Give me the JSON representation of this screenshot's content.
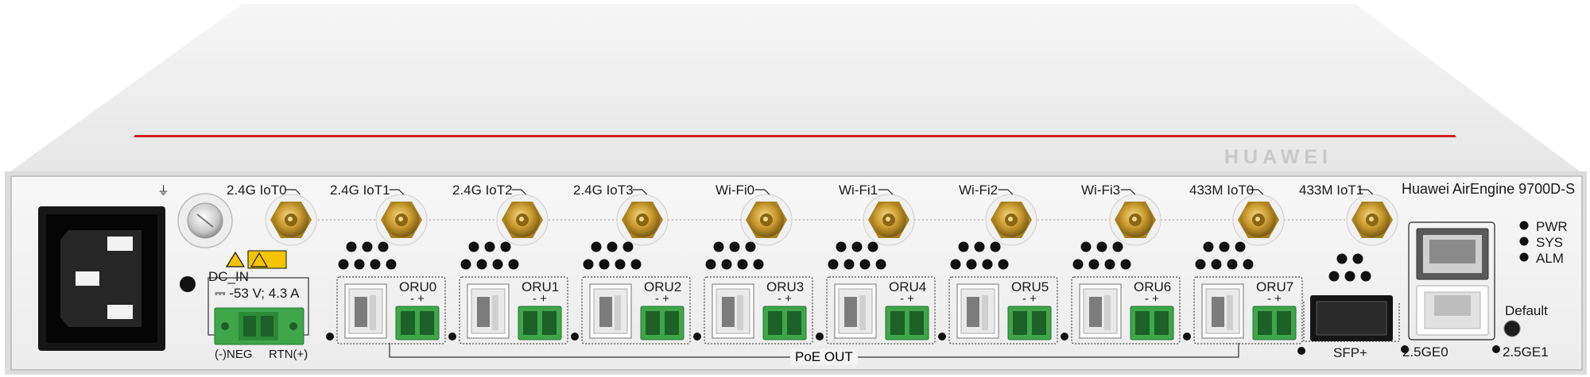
{
  "device": {
    "brand": "HUAWEI",
    "model": "Huawei AirEngine 9700D-S",
    "colors": {
      "chassis": "#efefef",
      "front_panel": "#f4f4f4",
      "accent_stripe": "#d4202a",
      "connector_green": "#3fa64a",
      "antenna_gold": "#c9a236"
    }
  },
  "power": {
    "ground_symbol": "⏚",
    "warning_icons": "warning-icon",
    "dc_title": "DC_IN",
    "dc_rating": "⎓ -53 V; 4.3 A",
    "neg_label": "(-)NEG",
    "rtn_label": "RTN(+)"
  },
  "antennas": [
    "2.4G IoT0",
    "2.4G IoT1",
    "2.4G IoT2",
    "2.4G IoT3",
    "Wi-Fi0",
    "Wi-Fi1",
    "Wi-Fi2",
    "Wi-Fi3",
    "433M IoT0",
    "433M IoT1"
  ],
  "oru_ports": [
    {
      "name": "ORU0",
      "polarity": "-  +"
    },
    {
      "name": "ORU1",
      "polarity": "-  +"
    },
    {
      "name": "ORU2",
      "polarity": "-  +"
    },
    {
      "name": "ORU3",
      "polarity": "-  +"
    },
    {
      "name": "ORU4",
      "polarity": "-  +"
    },
    {
      "name": "ORU5",
      "polarity": "-  +"
    },
    {
      "name": "ORU6",
      "polarity": "-  +"
    },
    {
      "name": "ORU7",
      "polarity": "-  +"
    }
  ],
  "poe_label": "PoE OUT",
  "sfp_label": "SFP+",
  "ge_ports": [
    "2.5GE0",
    "2.5GE1"
  ],
  "leds": [
    "PWR",
    "SYS",
    "ALM"
  ],
  "default_button": "Default"
}
